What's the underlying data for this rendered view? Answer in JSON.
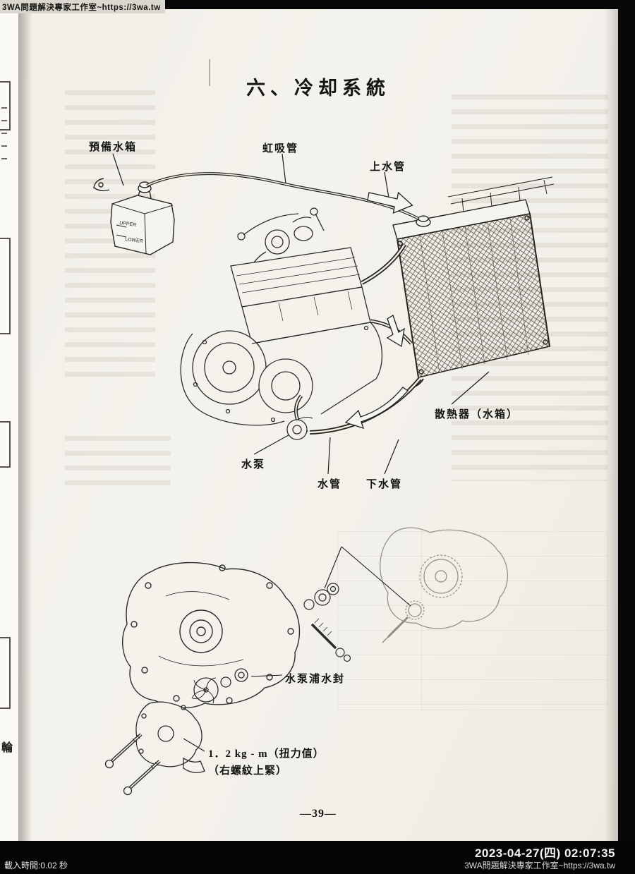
{
  "watermark": {
    "text": "3WA問題解決專家工作室~https://3wa.tw"
  },
  "page": {
    "title": "六、冷却系統",
    "page_number": "—39—",
    "side_char": "輪"
  },
  "diagram": {
    "labels": {
      "reserve_tank": "預備水箱",
      "siphon_tube": "虹吸管",
      "upper_hose": "上水管",
      "radiator": "散熱器（水箱）",
      "water_pump": "水泵",
      "water_hose": "水管",
      "lower_hose": "下水管"
    },
    "tank_markings": {
      "upper": "UPPER",
      "lower": "LOWER"
    }
  },
  "exploded": {
    "labels": {
      "pump_seal": "水泵浦水封",
      "torque": "1．2 kg - m（扭力值）",
      "thread_note": "（右螺紋上緊）"
    }
  },
  "footer": {
    "load_time": "載入時間:0.02 秒",
    "timestamp": "2023-04-27(四) 02:07:35",
    "site": "3WA問題解決專家工作室~https://3wa.tw"
  }
}
